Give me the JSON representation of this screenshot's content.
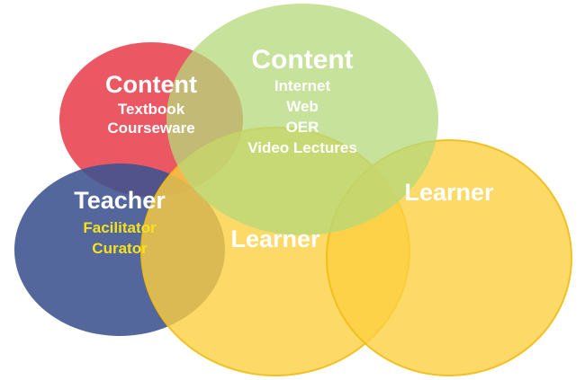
{
  "diagram": {
    "colors": {
      "red_circle": "#e8414e",
      "blue_circle": "#3c5290",
      "green_circle": "#b5d97a",
      "yellow_circle": "#fcd041",
      "yellow_edge": "#f1bc14",
      "white_text": "#ffffff",
      "yellow_text": "#f5e21c"
    },
    "content_small": {
      "title": "Content",
      "items": [
        "Textbook",
        "Courseware"
      ]
    },
    "content_large": {
      "title": "Content",
      "items": [
        "Internet",
        "Web",
        "OER",
        "Video Lectures"
      ]
    },
    "teacher": {
      "title": "Teacher",
      "items": [
        "Facilitator",
        "Curator"
      ]
    },
    "learner_middle": {
      "title": "Learner"
    },
    "learner_right": {
      "title": "Learner"
    }
  }
}
